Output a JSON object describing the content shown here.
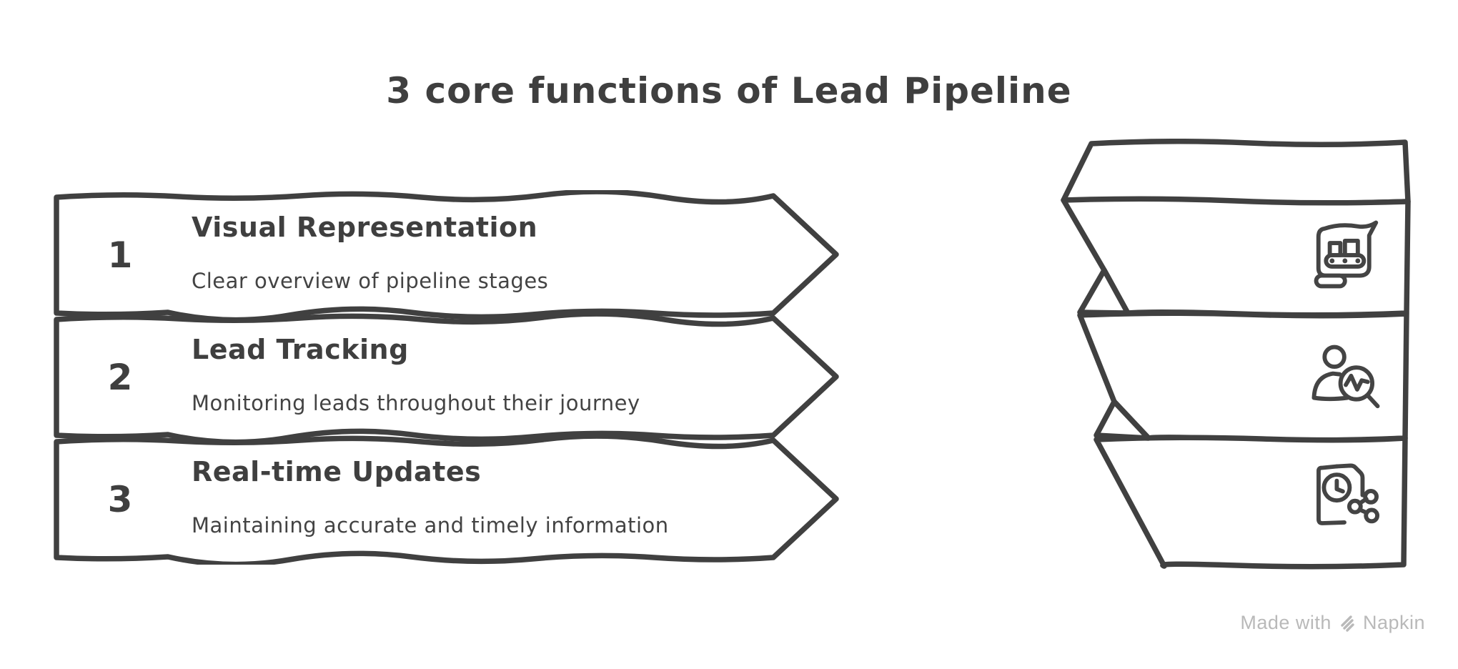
{
  "page": {
    "title": "3 core functions of Lead Pipeline"
  },
  "banners": [
    {
      "number": "1",
      "title": "Visual Representation",
      "description": "Clear overview of pipeline stages",
      "icon": "conveyor-belt-flag-icon"
    },
    {
      "number": "2",
      "title": "Lead Tracking",
      "description": "Monitoring leads throughout their journey",
      "icon": "person-monitoring-magnifier-icon"
    },
    {
      "number": "3",
      "title": "Real-time Updates",
      "description": "Maintaining accurate and timely information",
      "icon": "document-clock-share-icon"
    }
  ],
  "ribbon": {
    "bands": 3,
    "icons": [
      "conveyor-belt-flag-icon",
      "person-monitoring-magnifier-icon",
      "document-clock-share-icon"
    ]
  },
  "footer": {
    "made_with": "Made with",
    "brand": "Napkin"
  },
  "colors": {
    "ink": "#404040",
    "text": "#3f3f3f",
    "background": "#ffffff",
    "footer_text": "#b9b9b9"
  }
}
